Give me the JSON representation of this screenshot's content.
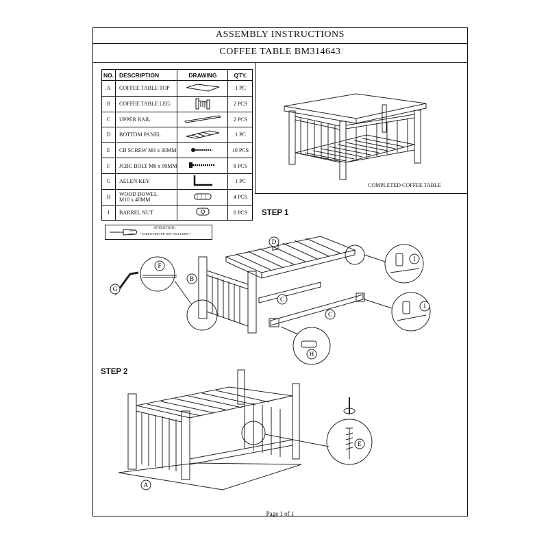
{
  "header": {
    "title": "ASSEMBLY INSTRUCTIONS",
    "subtitle": "COFFEE TABLE BM314643"
  },
  "parts_table": {
    "headers": [
      "NO.",
      "DESCRIPTION",
      "DRAWING",
      "QTY."
    ],
    "rows": [
      {
        "no": "A",
        "desc": "COFFEE TABLE TOP",
        "desc2": "",
        "qty": "1 PC",
        "icon": "table-top-icon"
      },
      {
        "no": "B",
        "desc": "COFFEE TABLE LEG",
        "desc2": "",
        "qty": "2 PCS",
        "icon": "table-leg-icon"
      },
      {
        "no": "C",
        "desc": "UPPER RAIL",
        "desc2": "",
        "qty": "2 PCS",
        "icon": "upper-rail-icon"
      },
      {
        "no": "D",
        "desc": "BOTTOM PANEL",
        "desc2": "",
        "qty": "1 PC",
        "icon": "bottom-panel-icon"
      },
      {
        "no": "E",
        "desc": "CB SCREW M4 x 30MM",
        "desc2": "",
        "qty": "10 PCS",
        "icon": "screw-icon"
      },
      {
        "no": "F",
        "desc": "JCBC BOLT M6 x 90MM",
        "desc2": "",
        "qty": "8 PCS",
        "icon": "bolt-icon"
      },
      {
        "no": "G",
        "desc": "ALLEN  KEY",
        "desc2": "",
        "qty": "1 PC",
        "icon": "allen-key-icon"
      },
      {
        "no": "H",
        "desc": "WOOD DOWEL",
        "desc2": "M10 x 40MM",
        "qty": "4 PCS",
        "icon": "wood-dowel-icon"
      },
      {
        "no": "I",
        "desc": "BARREL NUT",
        "desc2": "",
        "qty": "8 PCS",
        "icon": "barrel-nut-icon"
      }
    ]
  },
  "attention": {
    "line1": "ATTENTION :",
    "line2": "* SCREW DRIVER NOT INCLUDED *"
  },
  "completed_caption": "COMPLETED COFFEE TABLE",
  "step1_label": "STEP 1",
  "step2_label": "STEP 2",
  "callouts": {
    "A": "A",
    "B": "B",
    "C": "C",
    "D": "D",
    "E": "E",
    "F": "F",
    "G": "G",
    "H": "H",
    "I": "I"
  },
  "footer": {
    "page": "Page 1 of  1"
  }
}
